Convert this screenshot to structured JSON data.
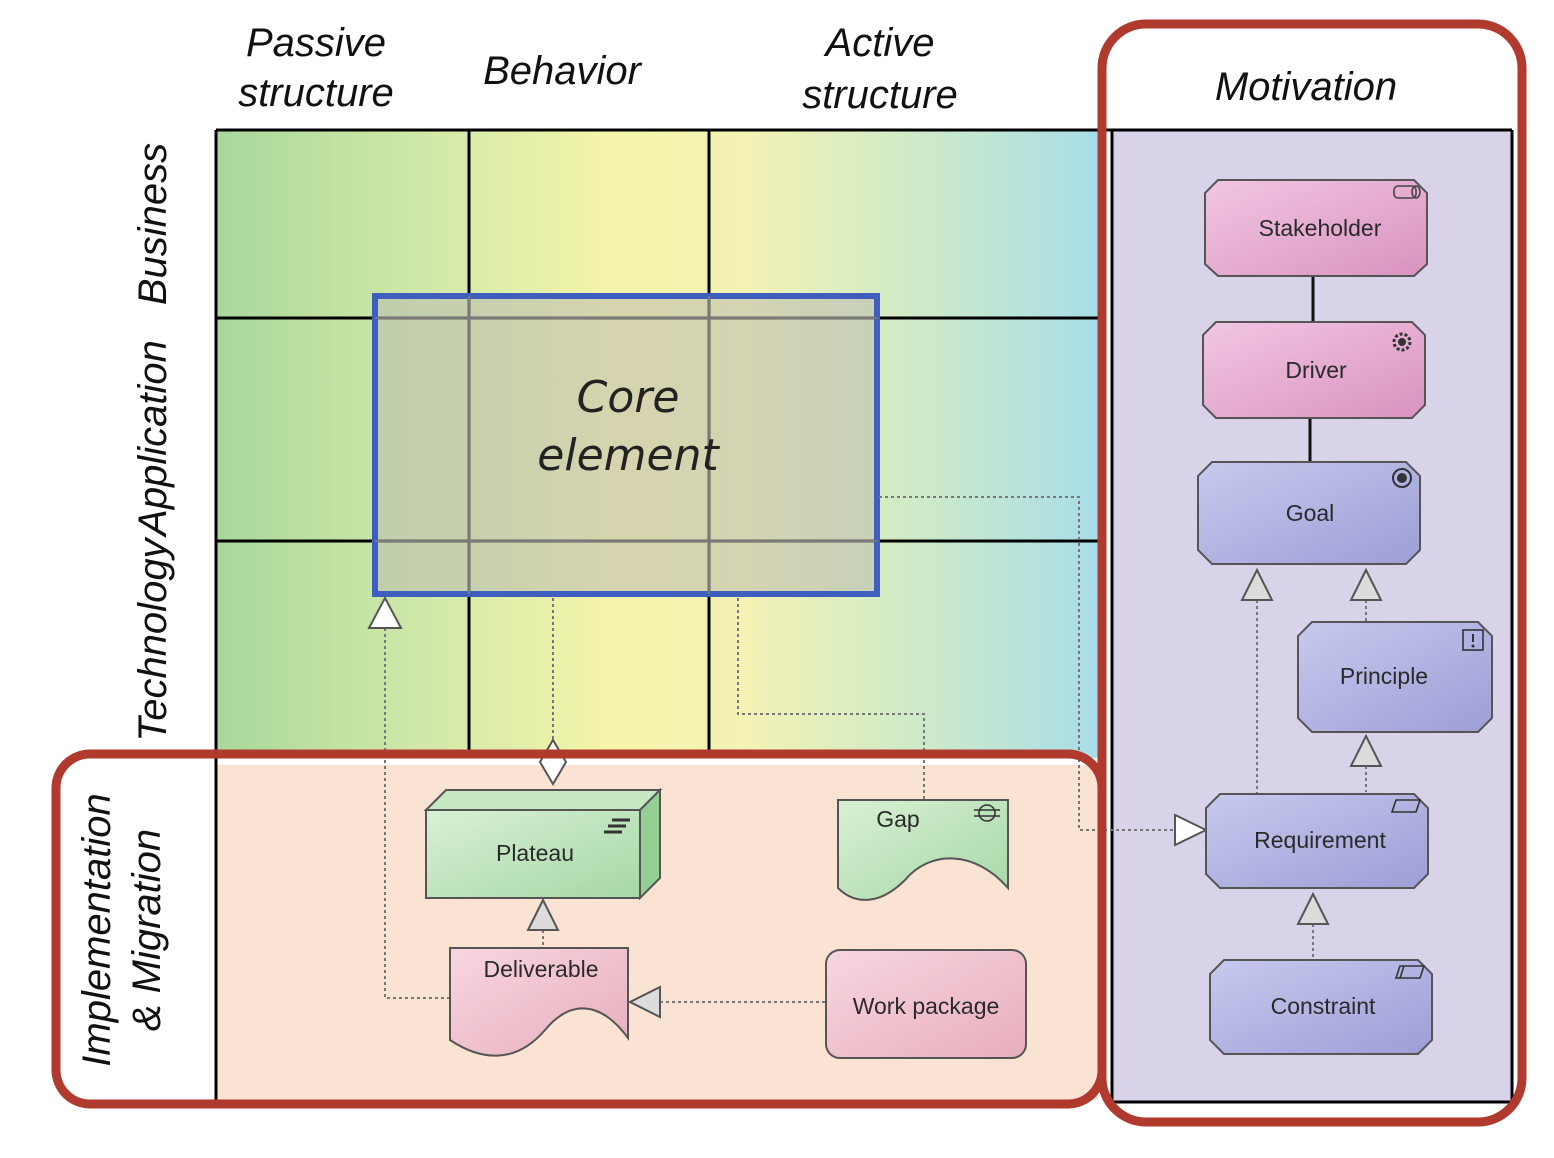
{
  "columns": {
    "passive": [
      "Passive",
      "structure"
    ],
    "behavior": "Behavior",
    "active": [
      "Active",
      "structure"
    ],
    "motivation": "Motivation"
  },
  "layers": {
    "business": "Business",
    "application": "Application",
    "technology": "Technology",
    "impl": [
      "Implementation",
      "& Migration"
    ]
  },
  "core": [
    "Core",
    "element"
  ],
  "elements": {
    "stakeholder": "Stakeholder",
    "driver": "Driver",
    "goal": "Goal",
    "principle": "Principle",
    "requirement": "Requirement",
    "constraint": "Constraint",
    "plateau": "Plateau",
    "gap": "Gap",
    "deliverable": "Deliverable",
    "work_package": "Work package"
  },
  "colors": {
    "motivation_fill": "#d9d3ea",
    "impl_fill": "#fbe3d4",
    "highlight_red": "#b03a2e",
    "core_border": "#3f5fbf",
    "motivation_elem": "#e3a9cf",
    "requirement_elem": "#b2b3e0"
  }
}
